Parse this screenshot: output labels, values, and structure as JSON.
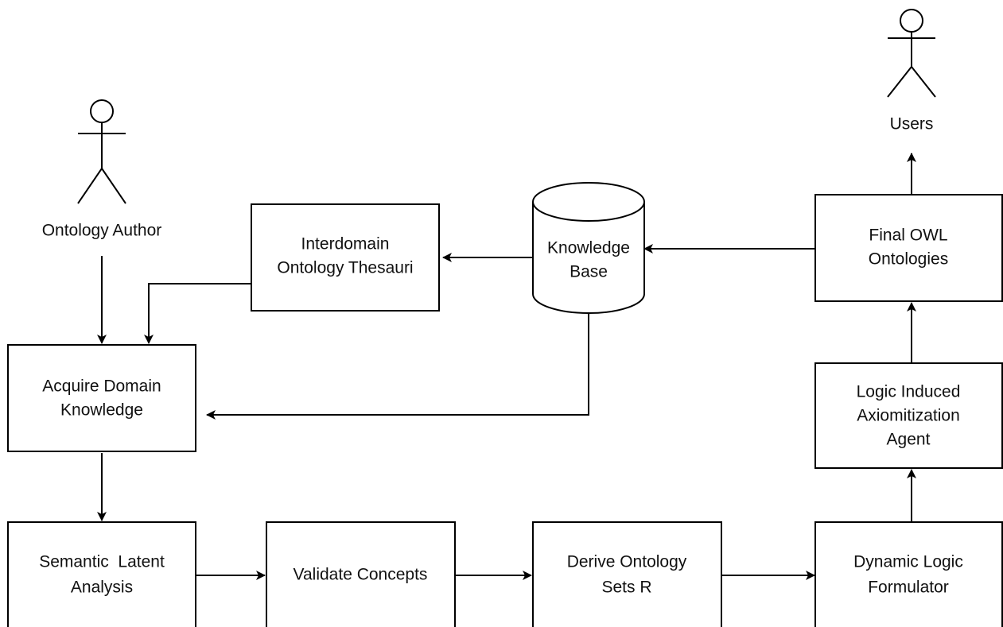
{
  "actors": {
    "author": {
      "label": "Ontology Author",
      "icon": "person-icon"
    },
    "users": {
      "label": "Users",
      "icon": "person-icon"
    }
  },
  "nodes": {
    "interdomain": {
      "line1": "Interdomain",
      "line2": "Ontology Thesauri"
    },
    "knowledge_base": {
      "line1": "Knowledge",
      "line2": "Base",
      "shape": "cylinder"
    },
    "final_owl": {
      "line1": "Final OWL",
      "line2": "Ontologies"
    },
    "acquire": {
      "line1": "Acquire Domain",
      "line2": "Knowledge"
    },
    "logic_agent": {
      "line1": "Logic Induced",
      "line2": "Axiomitization",
      "line3": "Agent"
    },
    "semantic": {
      "line1": "Semantic  Latent",
      "line2": "Analysis"
    },
    "validate": {
      "line1": "Validate Concepts"
    },
    "derive": {
      "line1": "Derive Ontology",
      "line2": "Sets R"
    },
    "dynamic": {
      "line1": "Dynamic Logic",
      "line2": "Formulator"
    }
  },
  "edges": [
    {
      "from": "Ontology Author",
      "to": "Acquire Domain Knowledge"
    },
    {
      "from": "Interdomain Ontology Thesauri",
      "to": "Acquire Domain Knowledge"
    },
    {
      "from": "Knowledge Base",
      "to": "Interdomain Ontology Thesauri"
    },
    {
      "from": "Knowledge Base",
      "to": "Acquire Domain Knowledge"
    },
    {
      "from": "Final OWL Ontologies",
      "to": "Knowledge Base"
    },
    {
      "from": "Final OWL Ontologies",
      "to": "Users"
    },
    {
      "from": "Acquire Domain Knowledge",
      "to": "Semantic Latent Analysis"
    },
    {
      "from": "Semantic Latent Analysis",
      "to": "Validate Concepts"
    },
    {
      "from": "Validate Concepts",
      "to": "Derive Ontology Sets R"
    },
    {
      "from": "Derive Ontology Sets R",
      "to": "Dynamic Logic Formulator"
    },
    {
      "from": "Dynamic Logic Formulator",
      "to": "Logic Induced Axiomitization Agent"
    },
    {
      "from": "Logic Induced Axiomitization Agent",
      "to": "Final OWL Ontologies"
    }
  ],
  "colors": {
    "stroke": "#000000",
    "text": "#111111",
    "background": "#ffffff"
  }
}
